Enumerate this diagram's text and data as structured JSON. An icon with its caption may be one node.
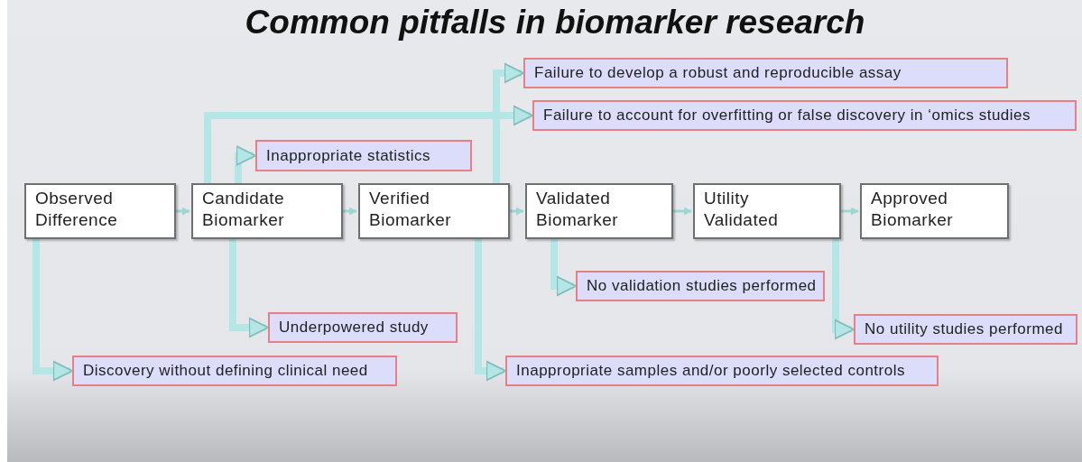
{
  "diagram": {
    "title": "Common pitfalls in biomarker research",
    "nodes": [
      {
        "text": [
          "Observed Difference"
        ]
      },
      {
        "text": [
          "Candidate Biomarker"
        ]
      },
      {
        "text": [
          "Verified Biomarker"
        ]
      },
      {
        "text": [
          "Validated Biomarker"
        ]
      },
      {
        "text": [
          "Utility Validated"
        ]
      },
      {
        "text": [
          "Approved Biomarker"
        ]
      },
      {
        "text": [
          "Failure to develop a robust and reproducible assay"
        ]
      },
      {
        "text": [
          "Failure to account for overfitting or false discovery in ‘omics studies"
        ]
      },
      {
        "text": [
          "Inappropriate statistics"
        ]
      },
      {
        "text": [
          "Discovery without defining clinical need"
        ]
      },
      {
        "text": [
          "Underpowered study"
        ]
      },
      {
        "text": [
          "No validation studies performed"
        ]
      },
      {
        "text": [
          "No utility studies performed"
        ]
      },
      {
        "text": [
          "Inappropriate samples and/or poorly selected controls"
        ]
      }
    ],
    "edges": [
      {
        "from": 0,
        "to": 1,
        "arrow": "to"
      },
      {
        "from": 1,
        "to": 2,
        "arrow": "to"
      },
      {
        "from": 2,
        "to": 3,
        "arrow": "to"
      },
      {
        "from": 3,
        "to": 4,
        "arrow": "to"
      },
      {
        "from": 4,
        "to": 5,
        "arrow": "to"
      },
      {
        "from": 1,
        "to": 8,
        "arrow": "to"
      },
      {
        "from": 1,
        "to": 7,
        "arrow": "to"
      },
      {
        "from": 2,
        "to": 6,
        "arrow": "to"
      },
      {
        "from": 0,
        "to": 9,
        "arrow": "to"
      },
      {
        "from": 1,
        "to": 10,
        "arrow": "to"
      },
      {
        "from": 2,
        "to": 13,
        "arrow": "to"
      },
      {
        "from": 3,
        "to": 11,
        "arrow": "to"
      },
      {
        "from": 4,
        "to": 12,
        "arrow": "to"
      }
    ]
  }
}
